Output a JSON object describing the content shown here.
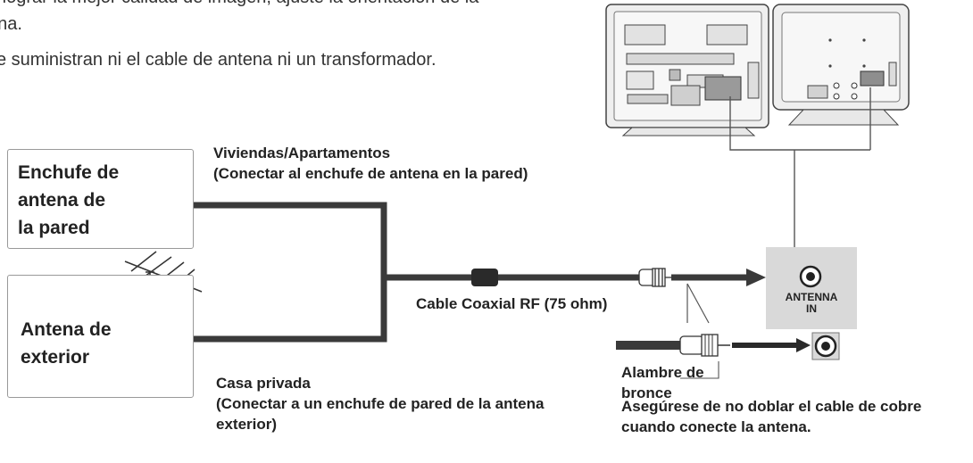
{
  "intro": {
    "line1": "a lograr la mejor calidad de imagen, ajuste la orientación de la",
    "line2": "ena.",
    "line3": " se suministran ni el cable de antena ni un transformador."
  },
  "wall_socket": {
    "label_line1": "Enchufe de",
    "label_line2": "antena de",
    "label_line3": "la pared"
  },
  "outdoor_antenna": {
    "label_line1": "Antena de",
    "label_line2": "exterior"
  },
  "apartments": {
    "line1": "Viviendas/Apartamentos",
    "line2": "(Conectar al enchufe de antena en la pared)"
  },
  "private_house": {
    "line1": "Casa privada",
    "line2": "(Conectar a un enchufe de pared de la antena",
    "line3": "exterior)"
  },
  "cable_label": "Cable Coaxial RF (75 ohm)",
  "antenna_port": {
    "line1": "ANTENNA",
    "line2": "IN"
  },
  "detail": {
    "wire_line1": "Alambre de",
    "wire_line2": "bronce",
    "note_line1": "Asegúrese de no doblar el cable de cobre",
    "note_line2": "cuando conecte la antena."
  },
  "colors": {
    "cable": "#3a3a3a",
    "box_border": "#999999",
    "port_panel": "#d9d9d9",
    "tv_body": "#efefef"
  }
}
